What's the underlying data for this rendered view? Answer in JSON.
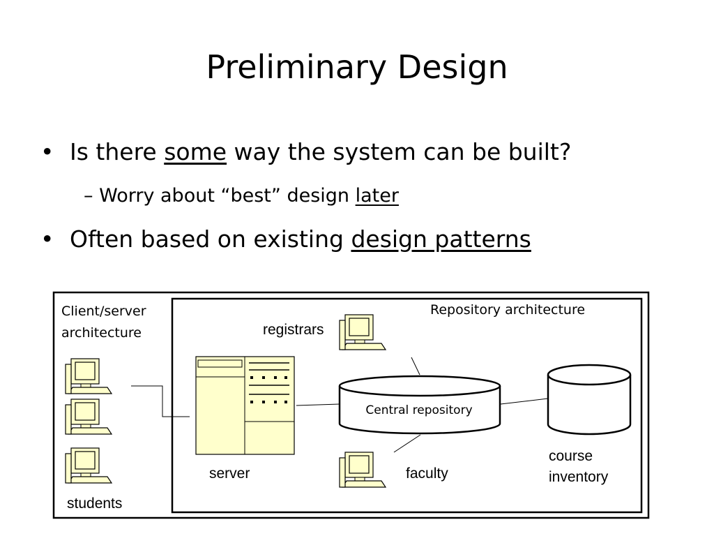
{
  "slide": {
    "title": "Preliminary Design",
    "bullets": [
      {
        "marker": "•",
        "text_before": "Is there ",
        "underlined": "some",
        "text_after": " way the system can be built?",
        "sub": {
          "marker": "–",
          "text_before": " Worry about “best” design ",
          "underlined": "later"
        }
      },
      {
        "marker": "•",
        "text_before": "Often based on existing ",
        "underlined": "design patterns"
      }
    ]
  },
  "diagram": {
    "client_server_label_line1": "Client/server",
    "client_server_label_line2": "architecture",
    "repository_label": "Repository architecture",
    "registrars_label": "registrars",
    "server_label": "server",
    "faculty_label": "faculty",
    "students_label": "students",
    "central_repository_label": "Central repository",
    "course_inventory_line1": "course",
    "course_inventory_line2": "inventory",
    "colors": {
      "computer_fill": "#ffffcc",
      "outline": "#000000",
      "connector": "#000000"
    }
  }
}
